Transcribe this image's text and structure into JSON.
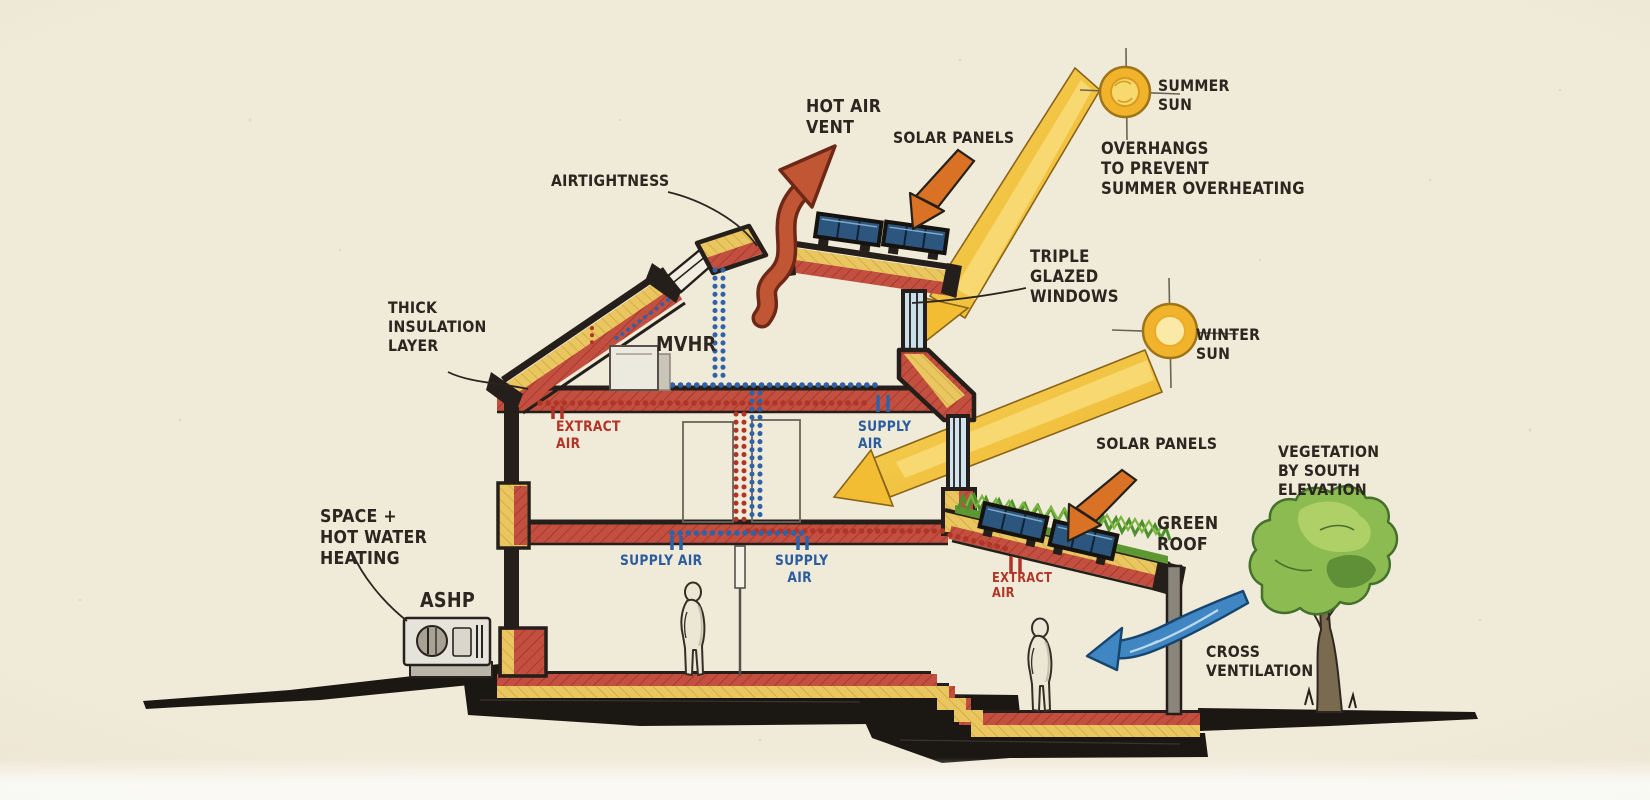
{
  "diagram": {
    "labels": {
      "hot_air_vent": {
        "text": "HOT AIR\nVENT"
      },
      "solar_panels_top": {
        "text": "SOLAR PANELS"
      },
      "summer_sun": {
        "text": "SUMMER\nSUN"
      },
      "overhangs": {
        "text": "OVERHANGS\nTO PREVENT\nSUMMER OVERHEATING"
      },
      "airtightness": {
        "text": "AIRTIGHTNESS"
      },
      "triple_glazed": {
        "text": "TRIPLE\nGLAZED\nWINDOWS"
      },
      "winter_sun": {
        "text": "WINTER\nSUN"
      },
      "thick_insulation": {
        "text": "THICK\nINSULATION\nLAYER"
      },
      "mvhr": {
        "text": "MVHR"
      },
      "extract_air_1": {
        "text": "EXTRACT\nAIR"
      },
      "supply_air_1": {
        "text": "SUPPLY\nAIR"
      },
      "supply_air_2": {
        "text": "SUPPLY AIR"
      },
      "supply_air_3": {
        "text": "SUPPLY\nAIR"
      },
      "space_heating": {
        "text": "SPACE +\nHOT WATER\nHEATING"
      },
      "ashp": {
        "text": "ASHP"
      },
      "solar_panels_right": {
        "text": "SOLAR PANELS"
      },
      "green_roof": {
        "text": "GREEN\nROOF"
      },
      "vegetation": {
        "text": "VEGETATION\nBY SOUTH\nELEVATION"
      },
      "extract_air_2": {
        "text": "EXTRACT\nAIR"
      },
      "cross_ventilation": {
        "text": "CROSS\nVENTILATION"
      }
    },
    "palette": {
      "paper": "#f0ead9",
      "ink": "#2b2620",
      "insulation_red": "#c24f3f",
      "insulation_yellow": "#e9c660",
      "extract_duct_red": "#b03527",
      "supply_duct_blue": "#2f62a7",
      "sun_gold": "#f2b32c",
      "beam_yellow": "#f5c940",
      "solar_arrow_orange": "#d97224",
      "hot_air_red": "#bc4a2c",
      "wind_blue": "#3f86c2",
      "grass_green": "#5d9732",
      "tree_green": "#8cbb52",
      "panel_blue": "#2c567e",
      "ground_black": "#1b1713"
    }
  }
}
